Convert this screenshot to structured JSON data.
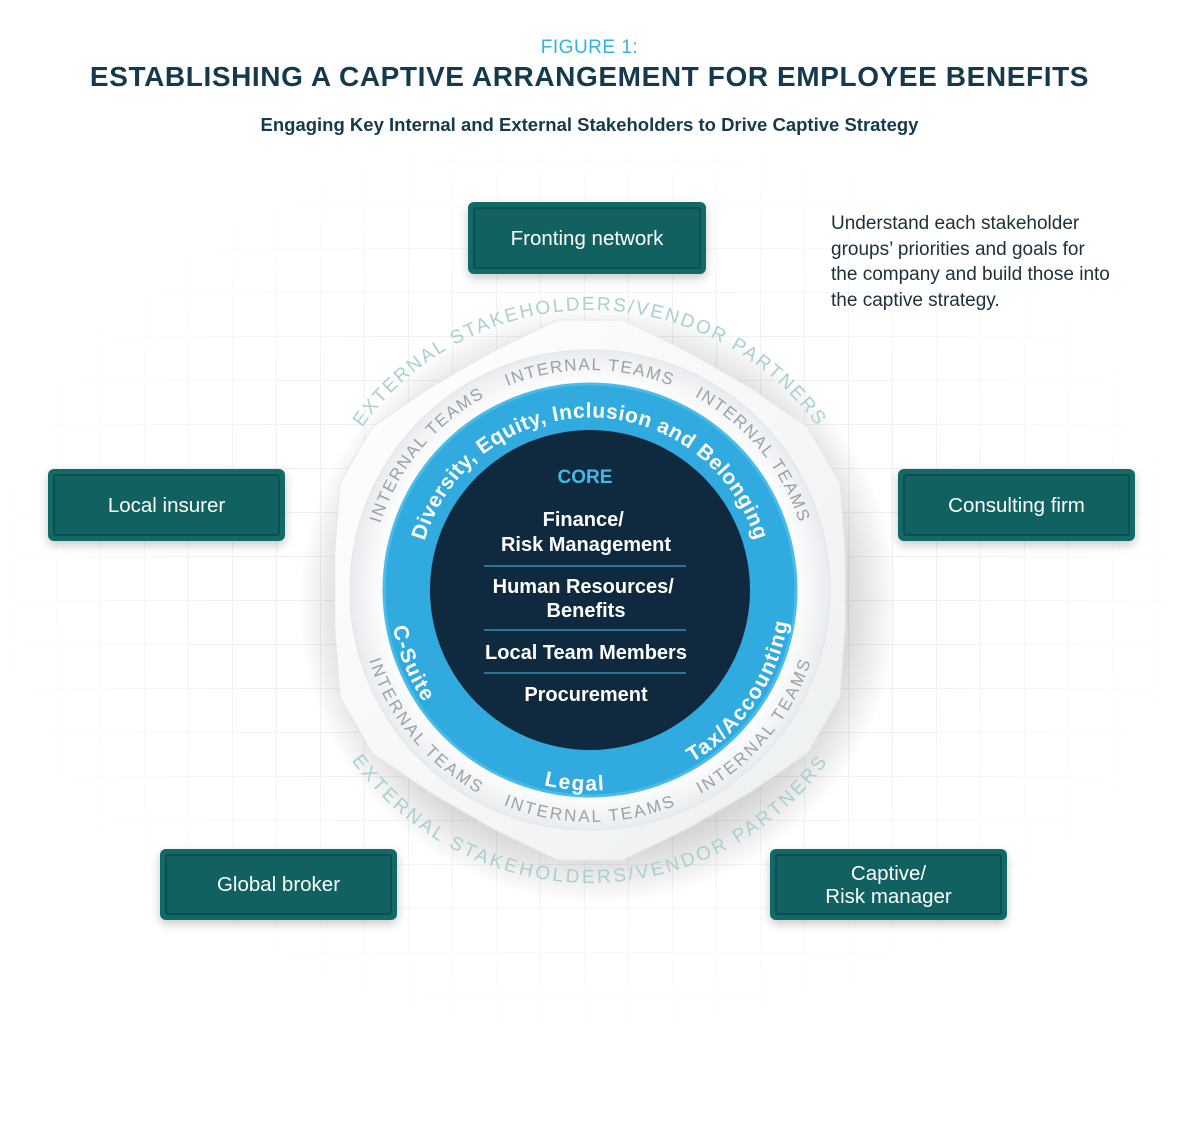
{
  "header": {
    "figure_label": "FIGURE 1:",
    "title": "ESTABLISHING A CAPTIVE ARRANGEMENT FOR EMPLOYEE BENEFITS",
    "subtitle": "Engaging Key Internal and External Stakeholders to Drive Captive Strategy"
  },
  "note": "Understand each stakeholder groups’ priorities and goals for the company and build those into the captive strategy.",
  "stakeholders": {
    "fronting_network": "Fronting network",
    "local_insurer": "Local insurer",
    "consulting_firm": "Consulting firm",
    "global_broker": "Global broker",
    "captive_risk_manager": "Captive/\nRisk manager"
  },
  "rings": {
    "external": "EXTERNAL STAKEHOLDERS/VENDOR PARTNERS",
    "internal": "INTERNAL TEAMS",
    "dei": "Diversity, Equity, Inclusion and Belonging",
    "c_suite": "C-Suite",
    "legal": "Legal",
    "tax": "Tax/Accounting"
  },
  "core": {
    "label": "CORE",
    "items": [
      "Finance/\nRisk Management",
      "Human Resources/\nBenefits",
      "Local Team Members",
      "Procurement"
    ]
  },
  "colors": {
    "navy": "#0f2a3f",
    "blue_ring": "#31aadf",
    "teal_box": "#116a68",
    "core_label": "#43b9e8",
    "external_text": "#a9cfd0",
    "internal_text": "#9aa1a6"
  }
}
